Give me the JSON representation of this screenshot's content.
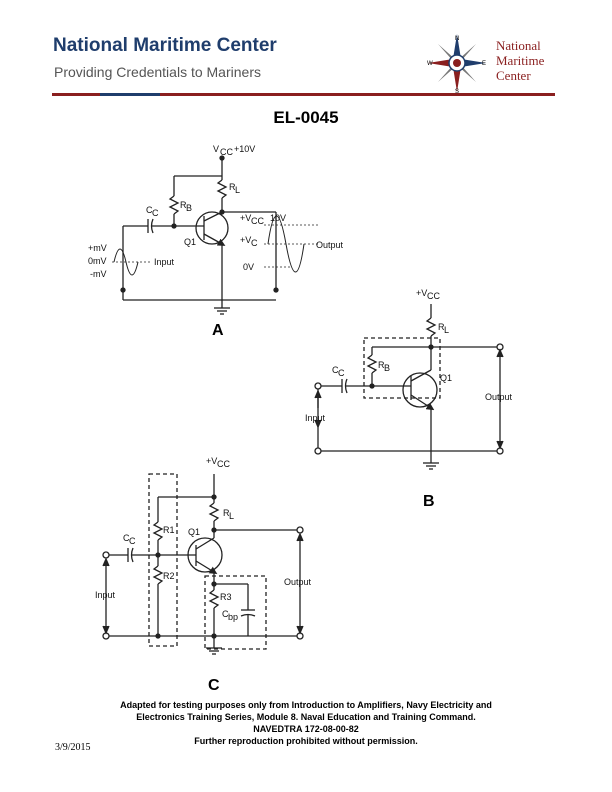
{
  "header": {
    "title": "National Maritime Center",
    "subtitle": "Providing Credentials to Mariners",
    "logo_text": [
      "National",
      "Maritime",
      "Center"
    ],
    "logo_compass": [
      "N",
      "S",
      "E",
      "W"
    ],
    "colors": {
      "title": "#1f3d6c",
      "rule": "#8a1f1f"
    }
  },
  "document": {
    "id": "EL-0045"
  },
  "circuit_a": {
    "label": "A",
    "vcc": "V",
    "vcc_sub": "CC",
    "vcc_value": "+10V",
    "rl": "R",
    "rl_sub": "L",
    "rb": "R",
    "rb_sub": "B",
    "cc": "C",
    "cc_sub": "C",
    "q": "Q1",
    "plus_mv": "+mV",
    "zero_mv": "0mV",
    "minus_mv": "-mV",
    "input": "Input",
    "vcc_out": "+V",
    "vcc_out_sub": "CC",
    "vcc_out_val": "10V",
    "vc": "+V",
    "vc_sub": "C",
    "zero_v": "0V",
    "output": "Output"
  },
  "circuit_b": {
    "label": "B",
    "vcc": "+V",
    "vcc_sub": "CC",
    "rl": "R",
    "rl_sub": "L",
    "rb": "R",
    "rb_sub": "B",
    "cc": "C",
    "cc_sub": "C",
    "q": "Q1",
    "input": "Input",
    "output": "Output"
  },
  "circuit_c": {
    "label": "C",
    "vcc": "+V",
    "vcc_sub": "CC",
    "rl": "R",
    "rl_sub": "L",
    "r1": "R1",
    "r2": "R2",
    "r3": "R3",
    "cc": "C",
    "cc_sub": "C",
    "cbp": "C",
    "cbp_sub": "bp",
    "q": "Q1",
    "input": "Input",
    "output": "Output"
  },
  "footer": {
    "lines": [
      "Adapted for testing purposes only from Introduction to Amplifiers, Navy Electricity and",
      "Electronics Training Series, Module 8. Naval Education and Training Command.",
      "NAVEDTRA 172-08-00-82",
      "Further reproduction prohibited without permission."
    ],
    "date": "3/9/2015"
  }
}
